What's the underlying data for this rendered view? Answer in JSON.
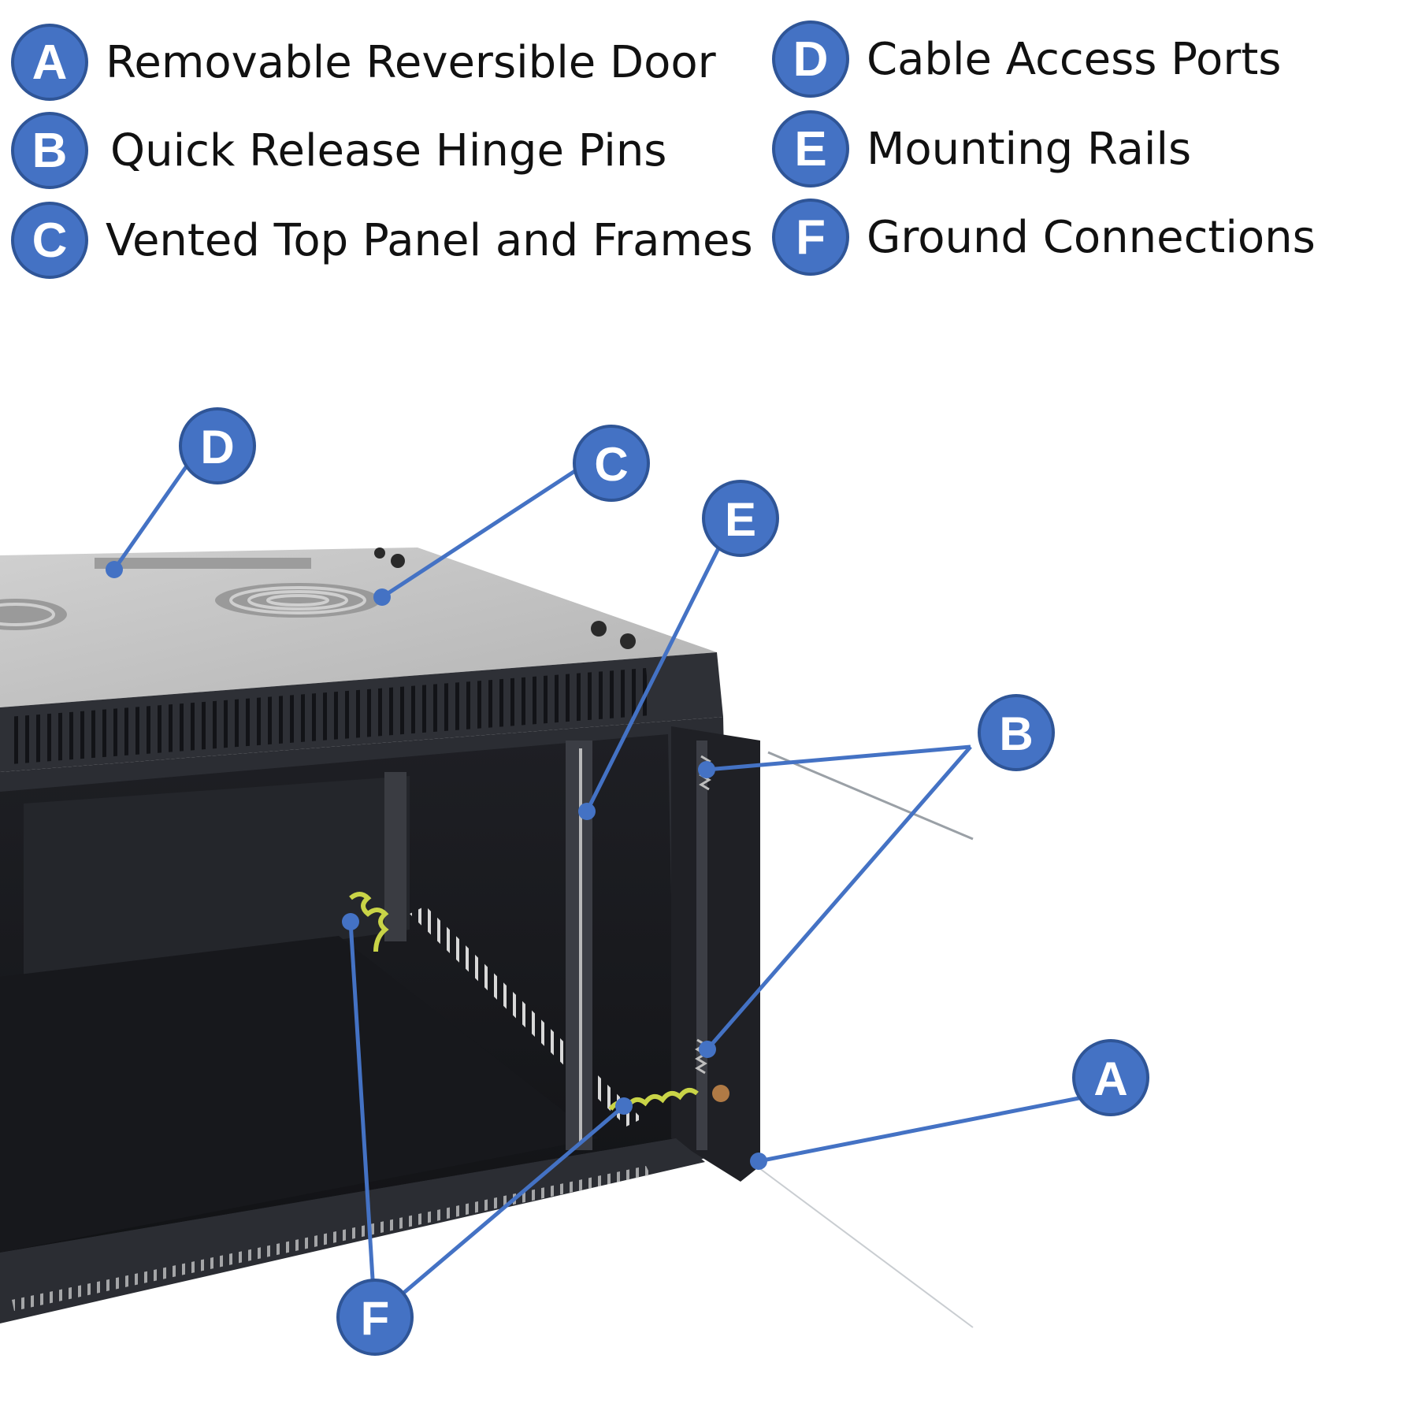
{
  "legend": [
    {
      "letter": "A",
      "label": "Removable Reversible Door"
    },
    {
      "letter": "B",
      "label": "Quick Release Hinge Pins"
    },
    {
      "letter": "C",
      "label": "Vented Top Panel and Frames"
    },
    {
      "letter": "D",
      "label": "Cable Access Ports"
    },
    {
      "letter": "E",
      "label": "Mounting Rails"
    },
    {
      "letter": "F",
      "label": "Ground Connections"
    }
  ],
  "callouts": {
    "a": "A",
    "b": "B",
    "c": "C",
    "d": "D",
    "e": "E",
    "f": "F"
  },
  "colors": {
    "badge_fill": "#4472c4",
    "badge_stroke": "#2f5597",
    "leader_line": "#4472c4",
    "cabinet_body": "#2b2d33",
    "top_panel": "#c3c3c3"
  }
}
